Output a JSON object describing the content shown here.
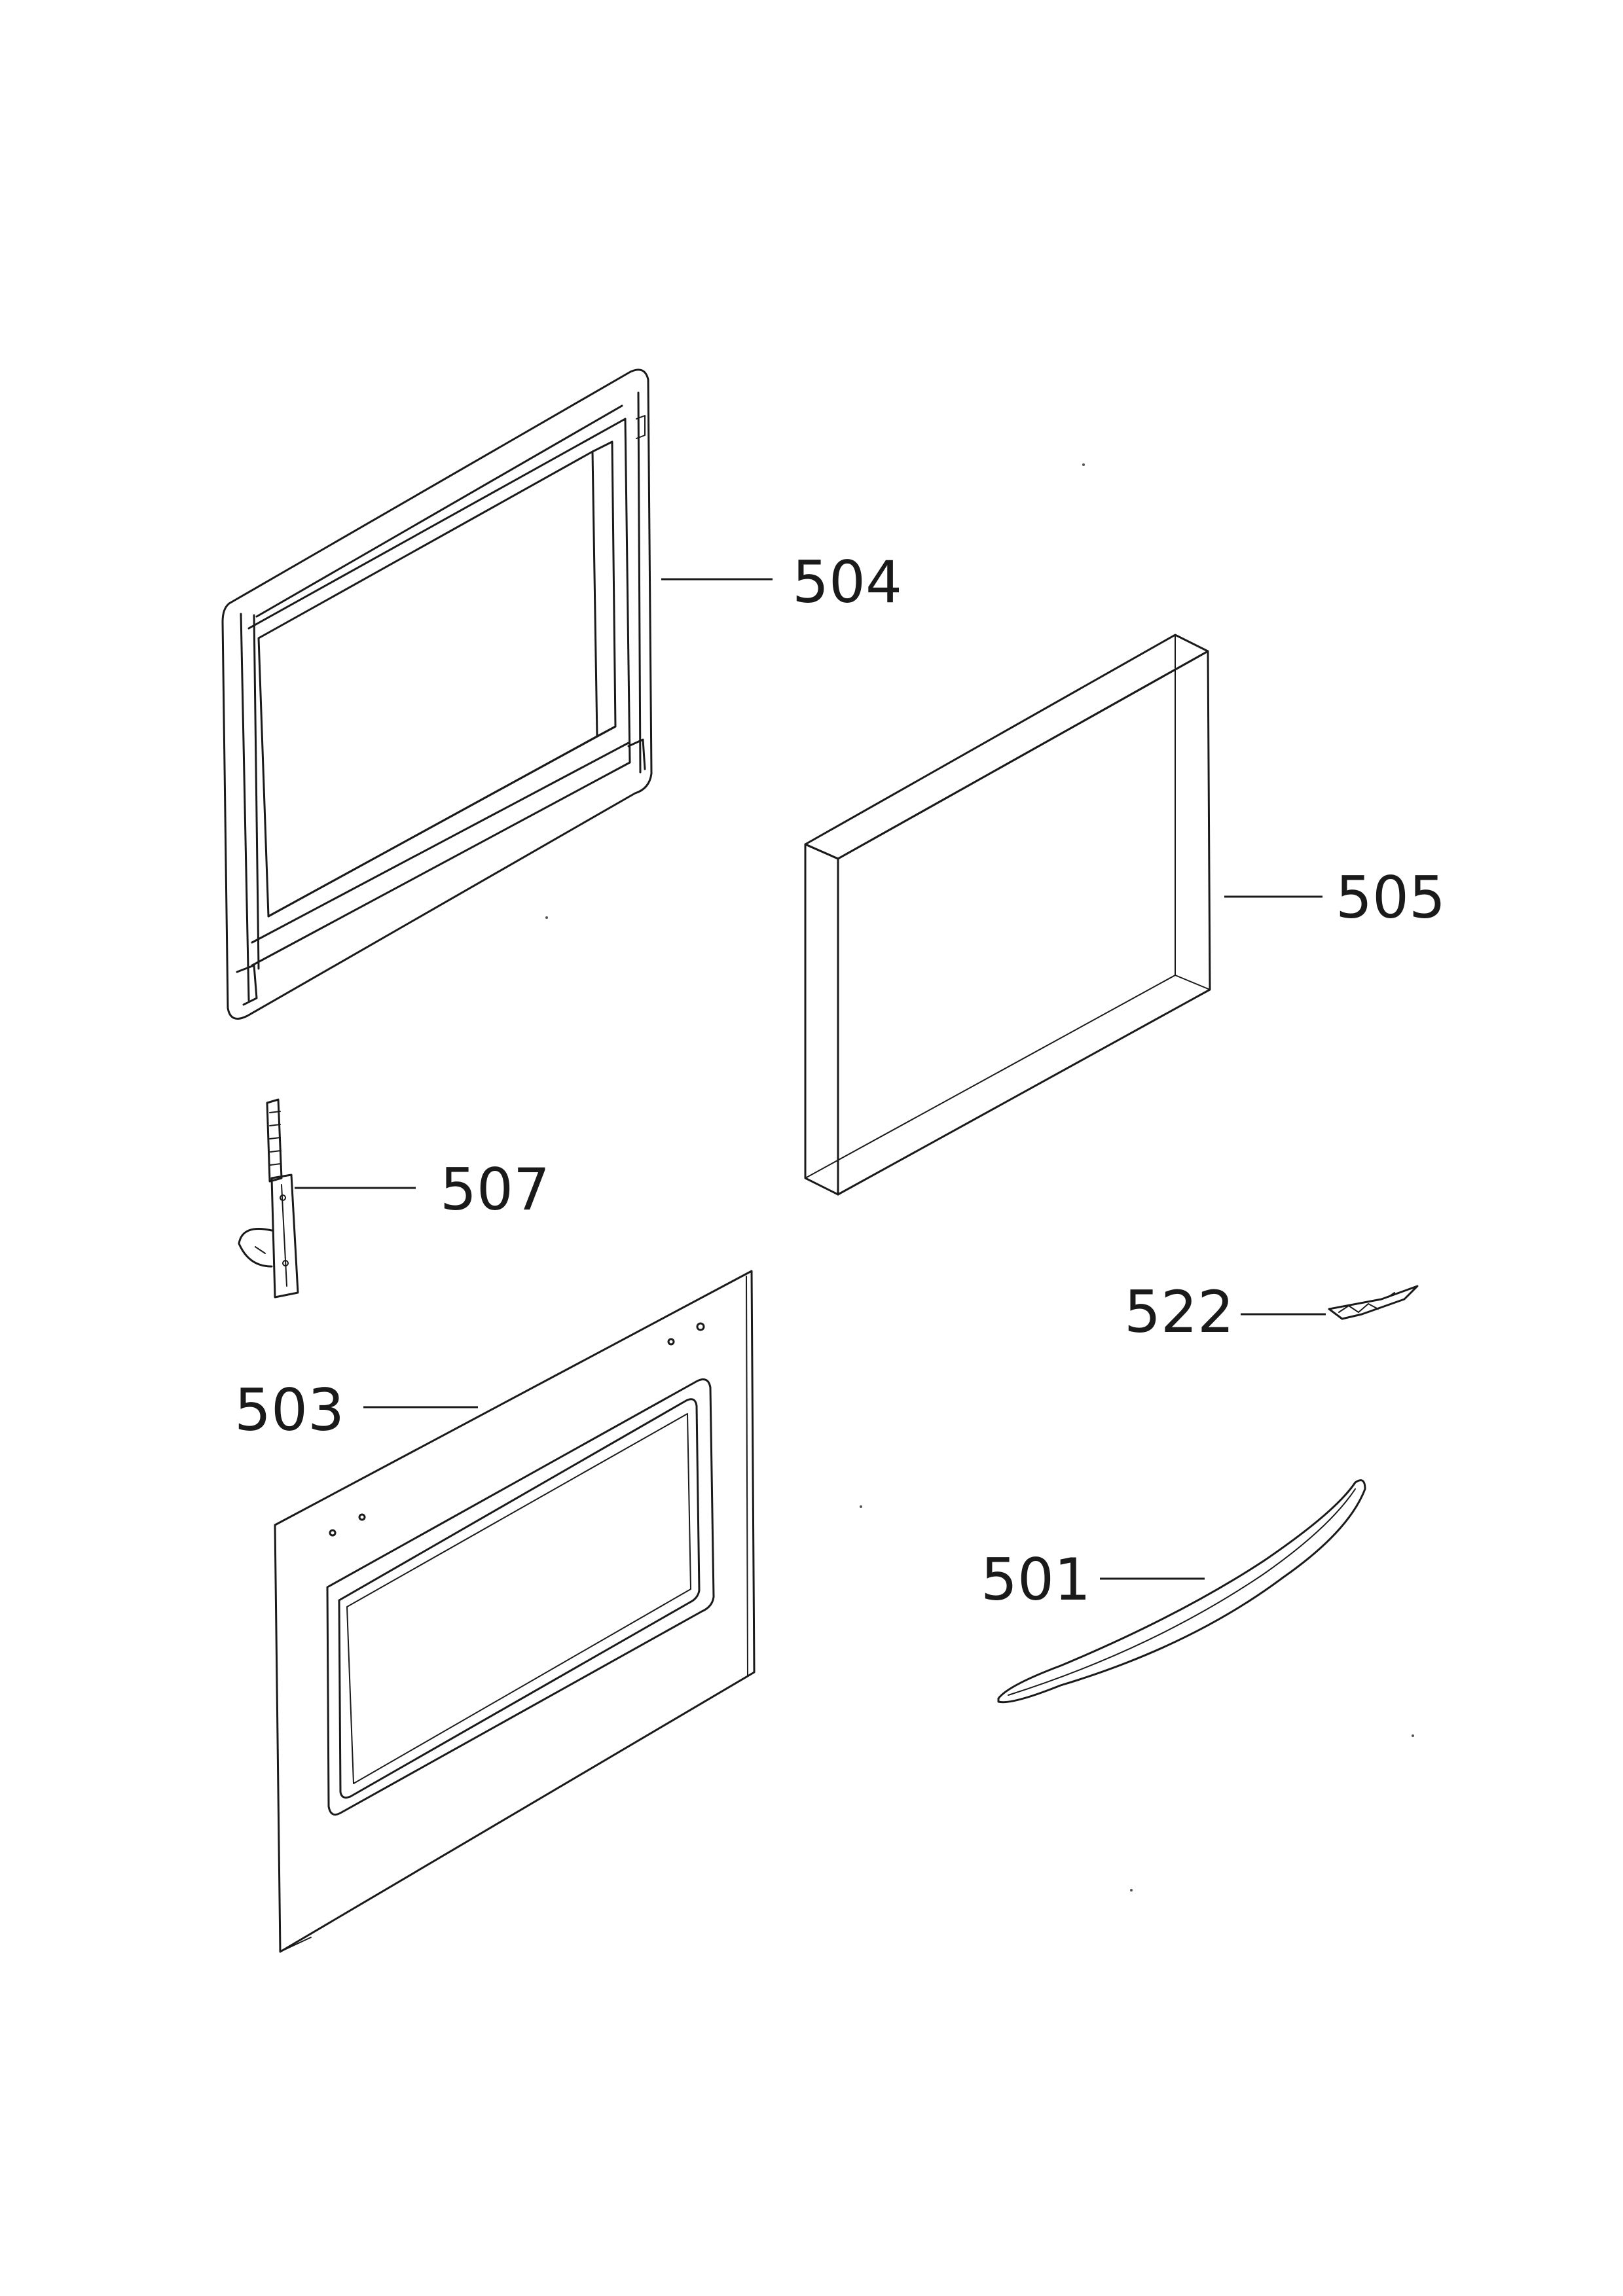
{
  "figure": {
    "type": "exploded parts diagram",
    "callouts": [
      {
        "id": "504",
        "label": "504"
      },
      {
        "id": "505",
        "label": "505"
      },
      {
        "id": "507",
        "label": "507"
      },
      {
        "id": "522",
        "label": "522"
      },
      {
        "id": "503",
        "label": "503"
      },
      {
        "id": "501",
        "label": "501"
      }
    ]
  }
}
